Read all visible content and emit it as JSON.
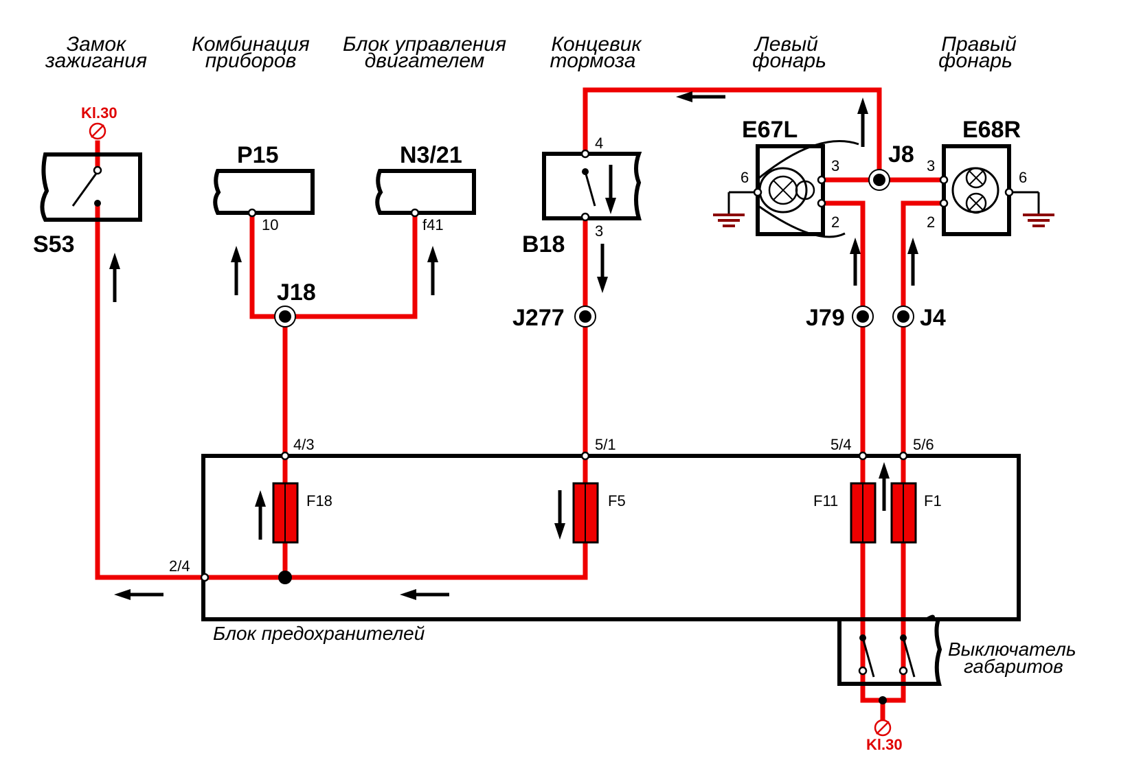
{
  "headers": {
    "ignition": [
      "Замок",
      "зажигания"
    ],
    "cluster": [
      "Комбинация",
      "приборов"
    ],
    "ecu": [
      "Блок управления",
      "двигателем"
    ],
    "brake": [
      "Концевик",
      "тормоза"
    ],
    "left_lamp": [
      "Левый",
      "фонарь"
    ],
    "right_lamp": [
      "Правый",
      "фонарь"
    ]
  },
  "components": {
    "s53": "S53",
    "p15": "P15",
    "n3": "N3/21",
    "b18": "B18",
    "e67l": "E67L",
    "e68r": "E68R"
  },
  "junctions": {
    "j18": "J18",
    "j277": "J277",
    "j8": "J8",
    "j79": "J79",
    "j4": "J4"
  },
  "pins": {
    "p15_10": "10",
    "n3_f41": "f41",
    "b18_4": "4",
    "b18_3": "3",
    "e67_6": "6",
    "e67_3": "3",
    "e67_2": "2",
    "e68_3": "3",
    "e68_6": "6",
    "e68_2": "2",
    "fb_43": "4/3",
    "fb_51": "5/1",
    "fb_54": "5/4",
    "fb_56": "5/6",
    "fb_24": "2/4"
  },
  "fuses": {
    "f18": "F18",
    "f5": "F5",
    "f11": "F11",
    "f1": "F1"
  },
  "power": {
    "top": "Kl.30",
    "bottom": "Kl.30"
  },
  "labels": {
    "fuse_block": "Блок предохранителей",
    "light_switch": [
      "Выключатель",
      "габаритов"
    ]
  },
  "colors": {
    "wire": "#ee0000",
    "outline": "#000000",
    "ground": "#8b0000"
  }
}
